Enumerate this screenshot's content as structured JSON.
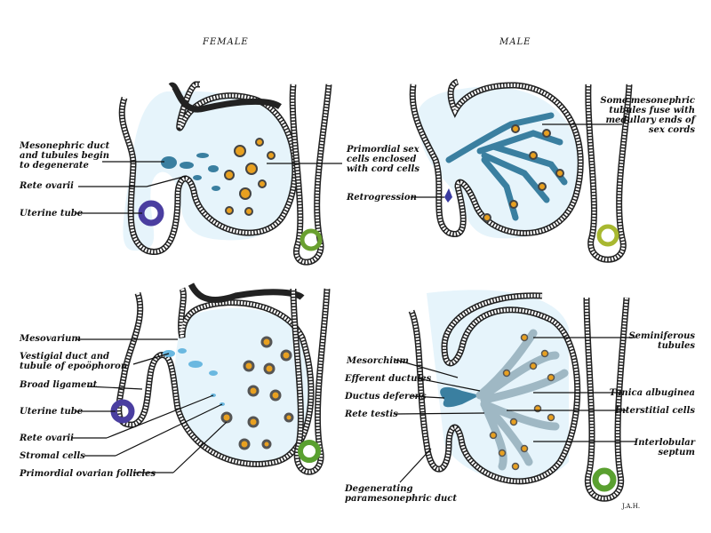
{
  "titles": {
    "female": "FEMALE",
    "male": "MALE"
  },
  "female_top": {
    "labels": [
      "Mesonephric duct\nand tubules begin\nto degenerate",
      "Rete ovarii",
      "Uterine tube",
      "Primordial sex\ncells enclosed\nwith cord cells"
    ]
  },
  "male_top": {
    "labels": [
      "Retrogression",
      "Some mesonephric\ntubules fuse with\nmedullary ends of\nsex cords"
    ]
  },
  "female_bottom": {
    "labels": [
      "Mesovarium",
      "Vestigial duct and\ntubule of epoöphoron",
      "Broad ligament",
      "Uterine tube",
      "Rete ovarii",
      "Stromal cells",
      "Primordial ovarian follicles"
    ]
  },
  "male_bottom": {
    "labels": [
      "Mesorchium",
      "Efferent ductules",
      "Ductus deferens",
      "Rete testis",
      "Degenerating\nparamesonephric duct",
      "Seminiferous\ntubules",
      "Tunica albuginea",
      "Interstitial cells",
      "Interlobular\nseptum"
    ]
  },
  "signature": "J.A.H.",
  "colors": {
    "background_tissue": "#e6f4fb",
    "sex_cell": "#e8a020",
    "uterine_tube_female": "#4a3ea0",
    "paramesonephric": "#6aa030",
    "mesonephric": "#3a7fa0"
  }
}
